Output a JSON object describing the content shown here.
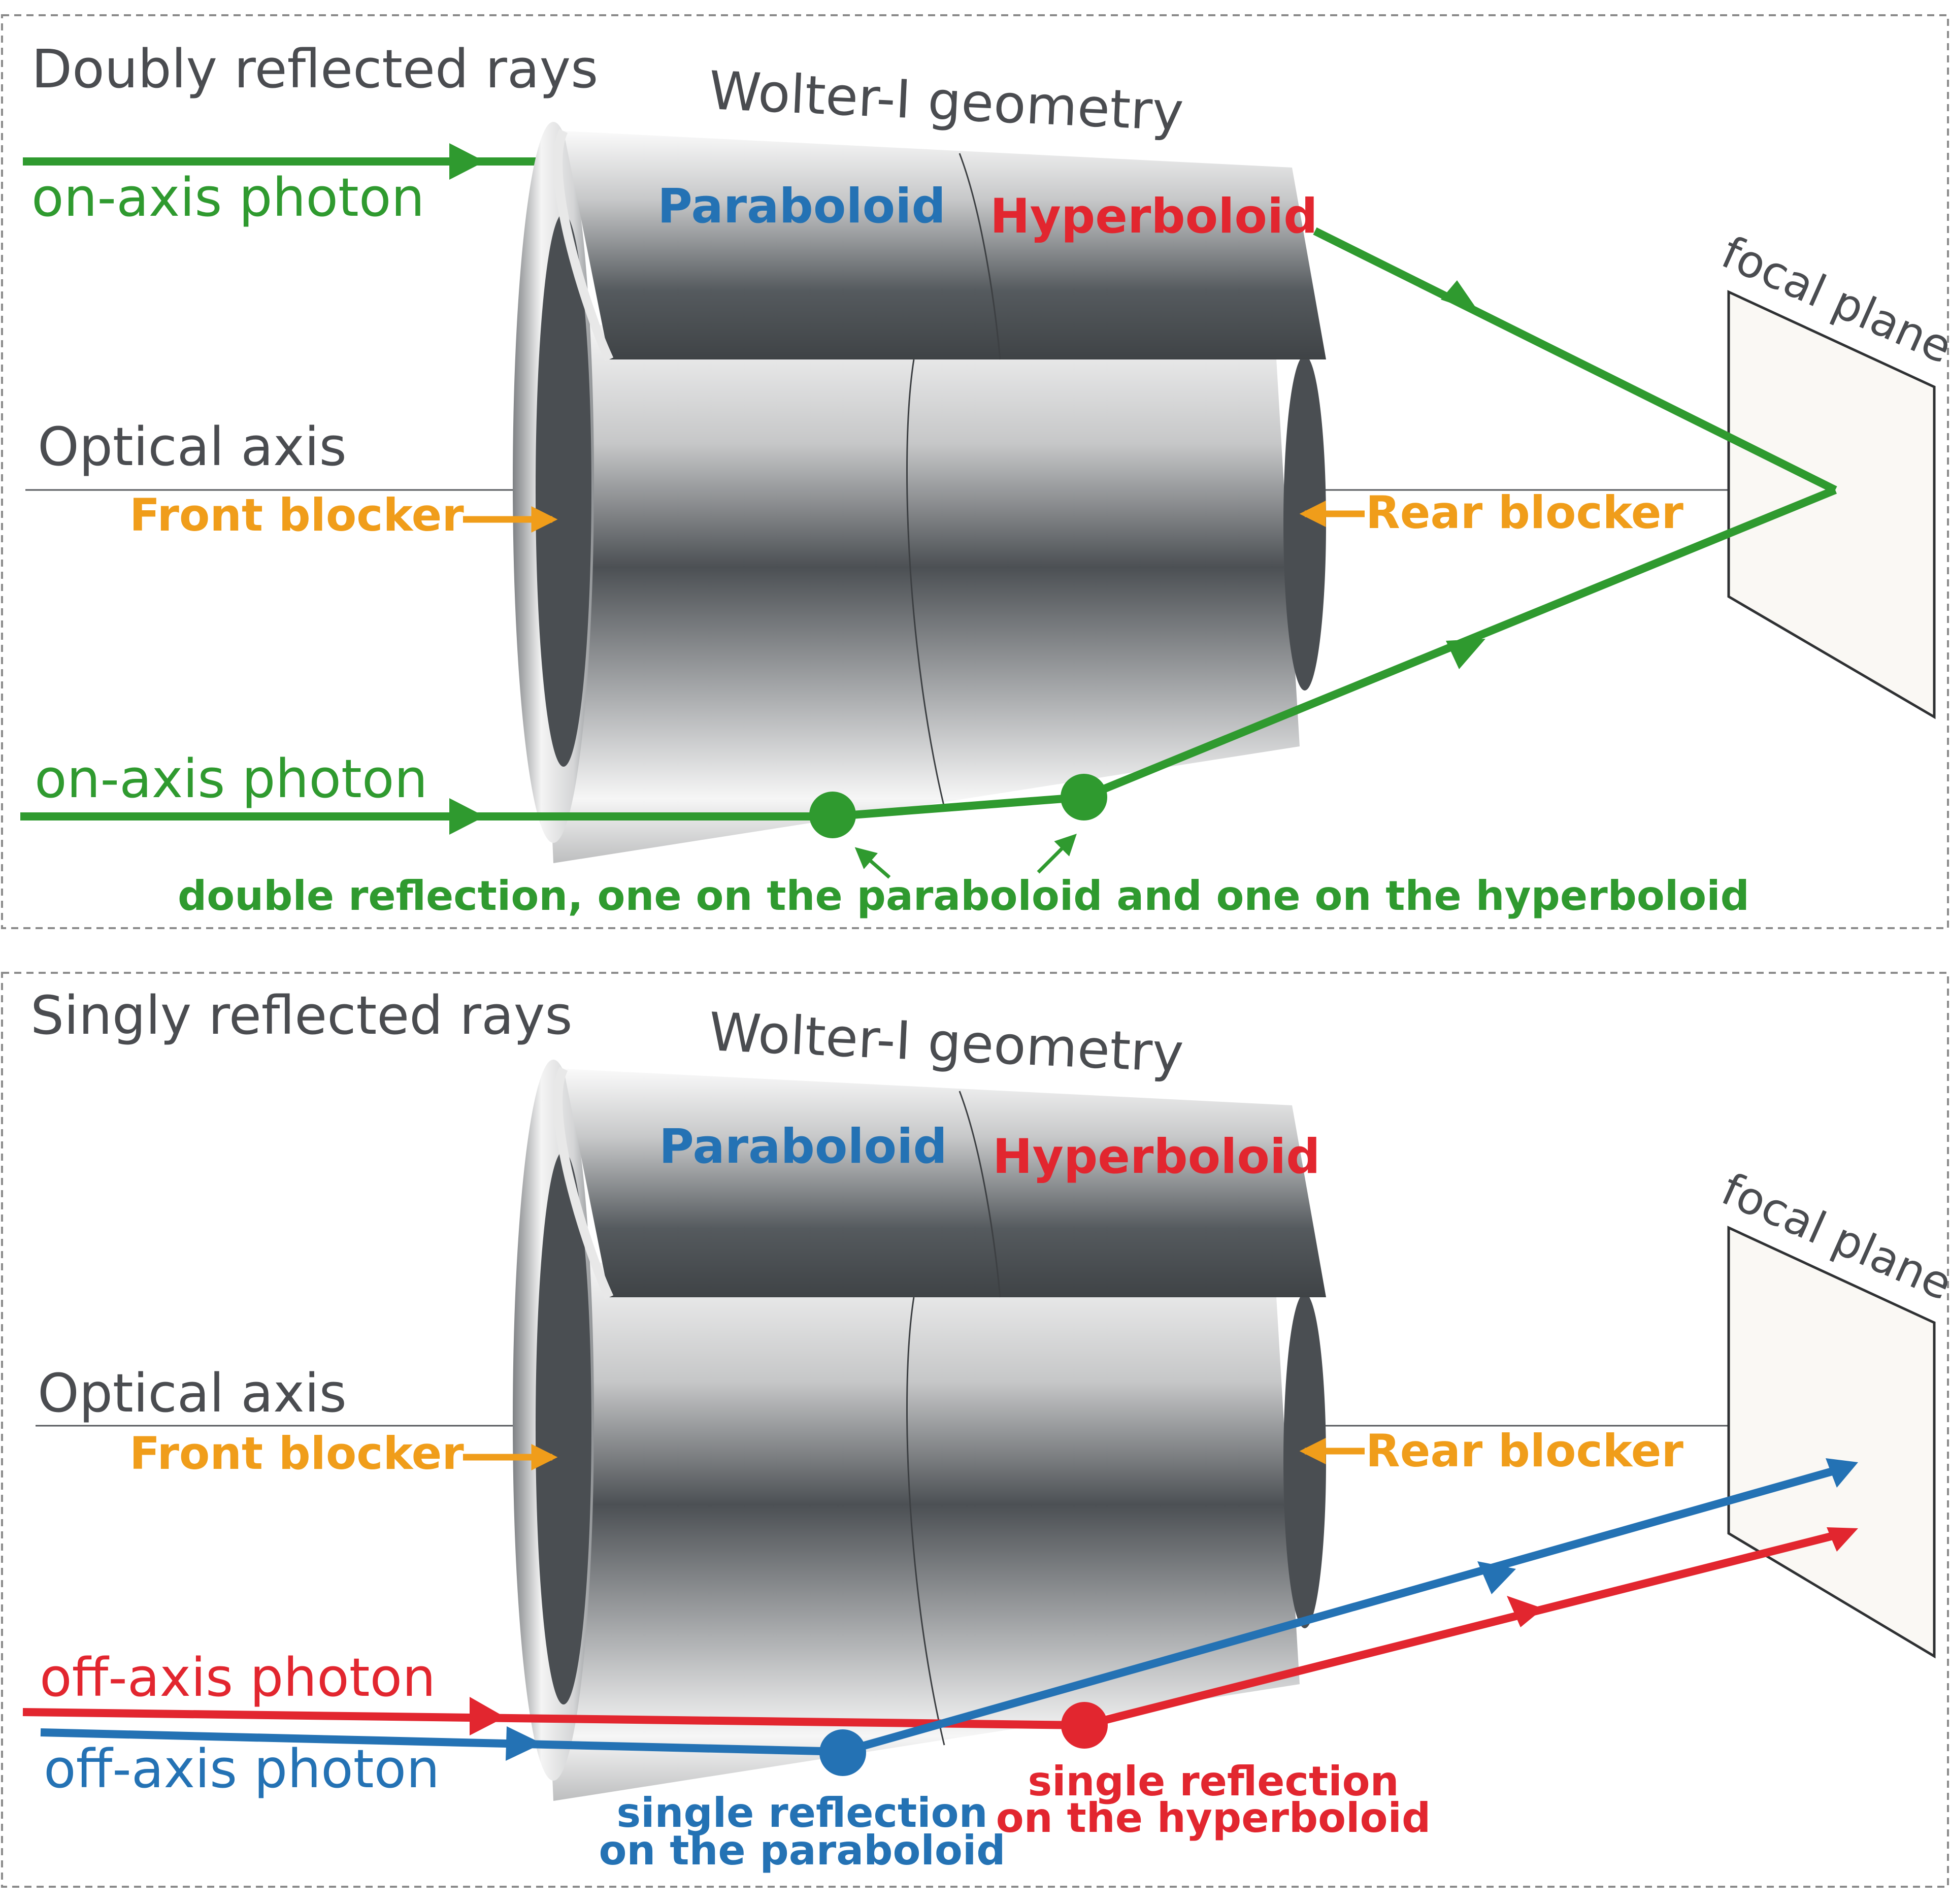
{
  "colors": {
    "green": "#2f9a2f",
    "blue": "#2472b4",
    "red": "#e2262f",
    "orange": "#f09d1a",
    "dark_text": "#4a4c50",
    "metal_dark": "#4a4e52",
    "focal_plane_fill": "#faf8f4"
  },
  "top_panel": {
    "title": "Doubly reflected rays",
    "geometry_label": "Wolter-I geometry",
    "paraboloid_label": "Paraboloid",
    "hyperboloid_label": "Hyperboloid",
    "optical_axis_label": "Optical axis",
    "front_blocker_label": "Front blocker",
    "rear_blocker_label": "Rear blocker",
    "focal_plane_label": "focal plane",
    "photon_top_label": "on-axis photon",
    "photon_bottom_label": "on-axis photon",
    "reflection_note": "double reflection, one on the paraboloid and one on the hyperboloid"
  },
  "bottom_panel": {
    "title": "Singly reflected rays",
    "geometry_label": "Wolter-I geometry",
    "paraboloid_label": "Paraboloid",
    "hyperboloid_label": "Hyperboloid",
    "optical_axis_label": "Optical axis",
    "front_blocker_label": "Front blocker",
    "rear_blocker_label": "Rear blocker",
    "focal_plane_label": "focal plane",
    "photon_red_label": "off-axis photon",
    "photon_blue_label": "off-axis photon",
    "paraboloid_note_line1": "single reflection",
    "paraboloid_note_line2": "on the paraboloid",
    "hyperboloid_note_line1": "single reflection",
    "hyperboloid_note_line2": "on the hyperboloid"
  }
}
